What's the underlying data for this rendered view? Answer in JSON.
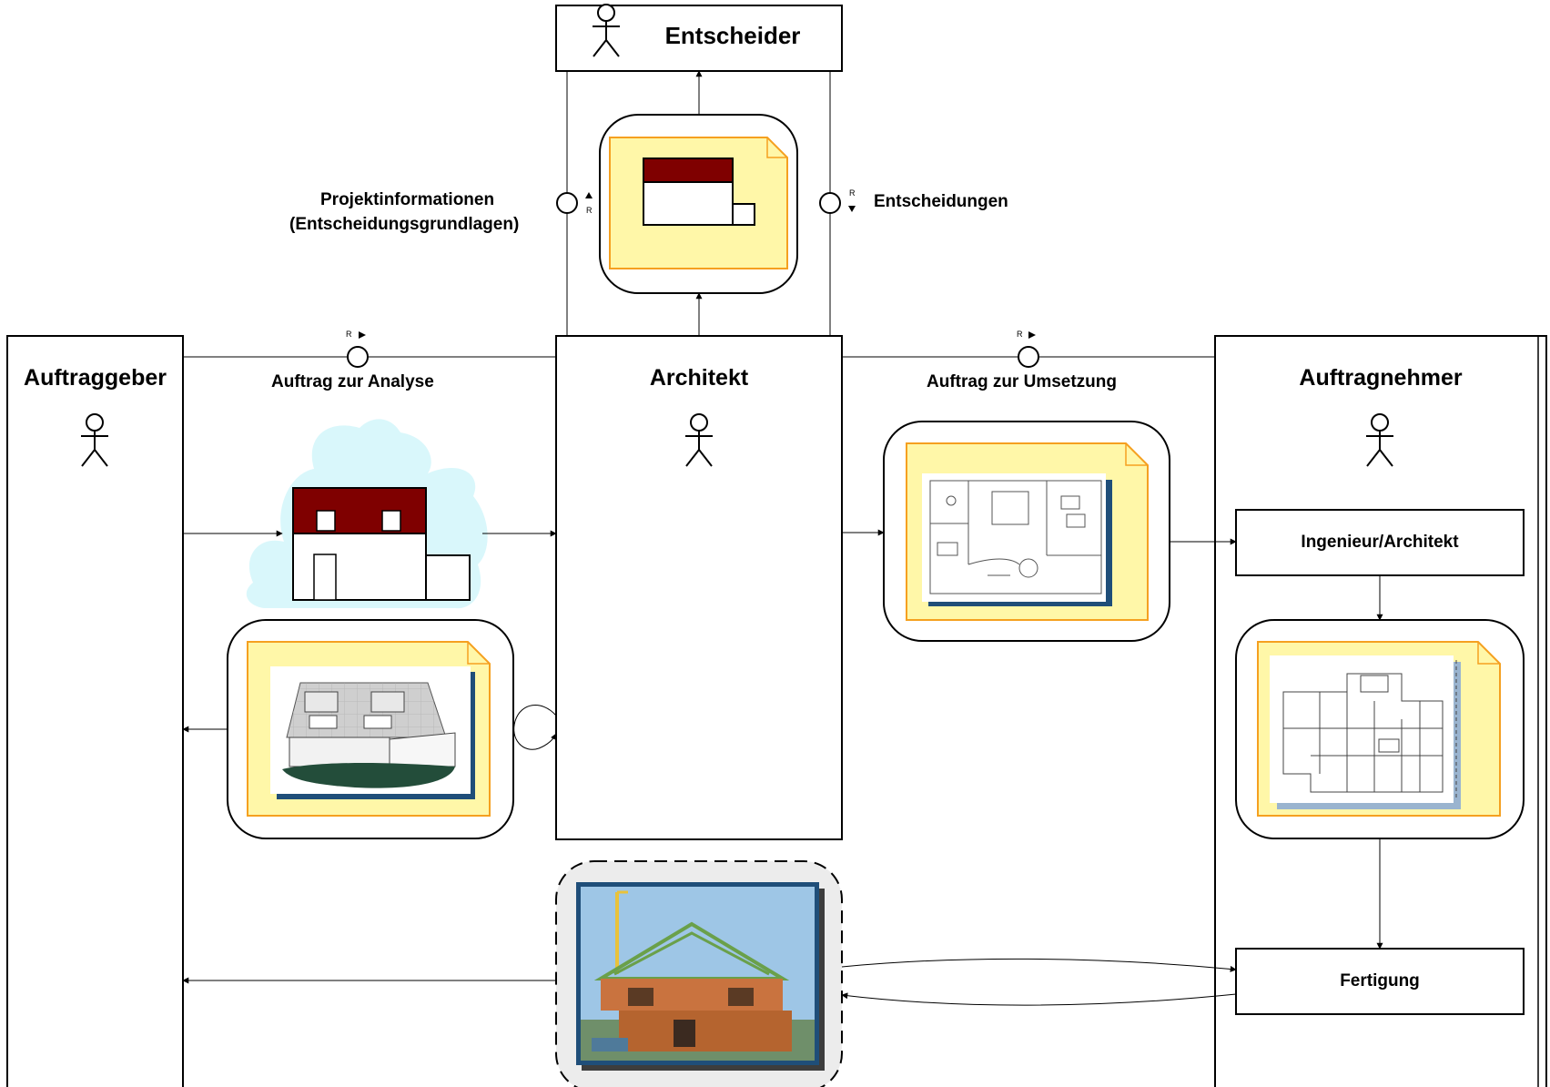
{
  "actors": {
    "entscheider": "Entscheider",
    "auftraggeber": "Auftraggeber",
    "architekt": "Architekt",
    "auftragnehmer": "Auftragnehmer"
  },
  "flows": {
    "projektinformationen_line1": "Projektinformationen",
    "projektinformationen_line2": "(Entscheidungsgrundlagen)",
    "entscheidungen": "Entscheidungen",
    "auftrag_analyse": "Auftrag zur Analyse",
    "auftrag_umsetzung": "Auftrag zur Umsetzung"
  },
  "roles": {
    "ingenieur": "Ingenieur/Architekt",
    "fertigung": "Fertigung"
  },
  "request_mark": "R",
  "icons": [
    "actor-icon",
    "document-icon",
    "house-icon",
    "floorplan-icon",
    "construction-photo-icon"
  ],
  "colors": {
    "roof": "#7f0000",
    "note_fill": "#fff7a8",
    "note_border": "#f5a020",
    "cloud": "#d9f7fb",
    "photo_shadow": "#1f4e79",
    "terrain": "#234d3a",
    "dashed_fill": "#ececec"
  }
}
